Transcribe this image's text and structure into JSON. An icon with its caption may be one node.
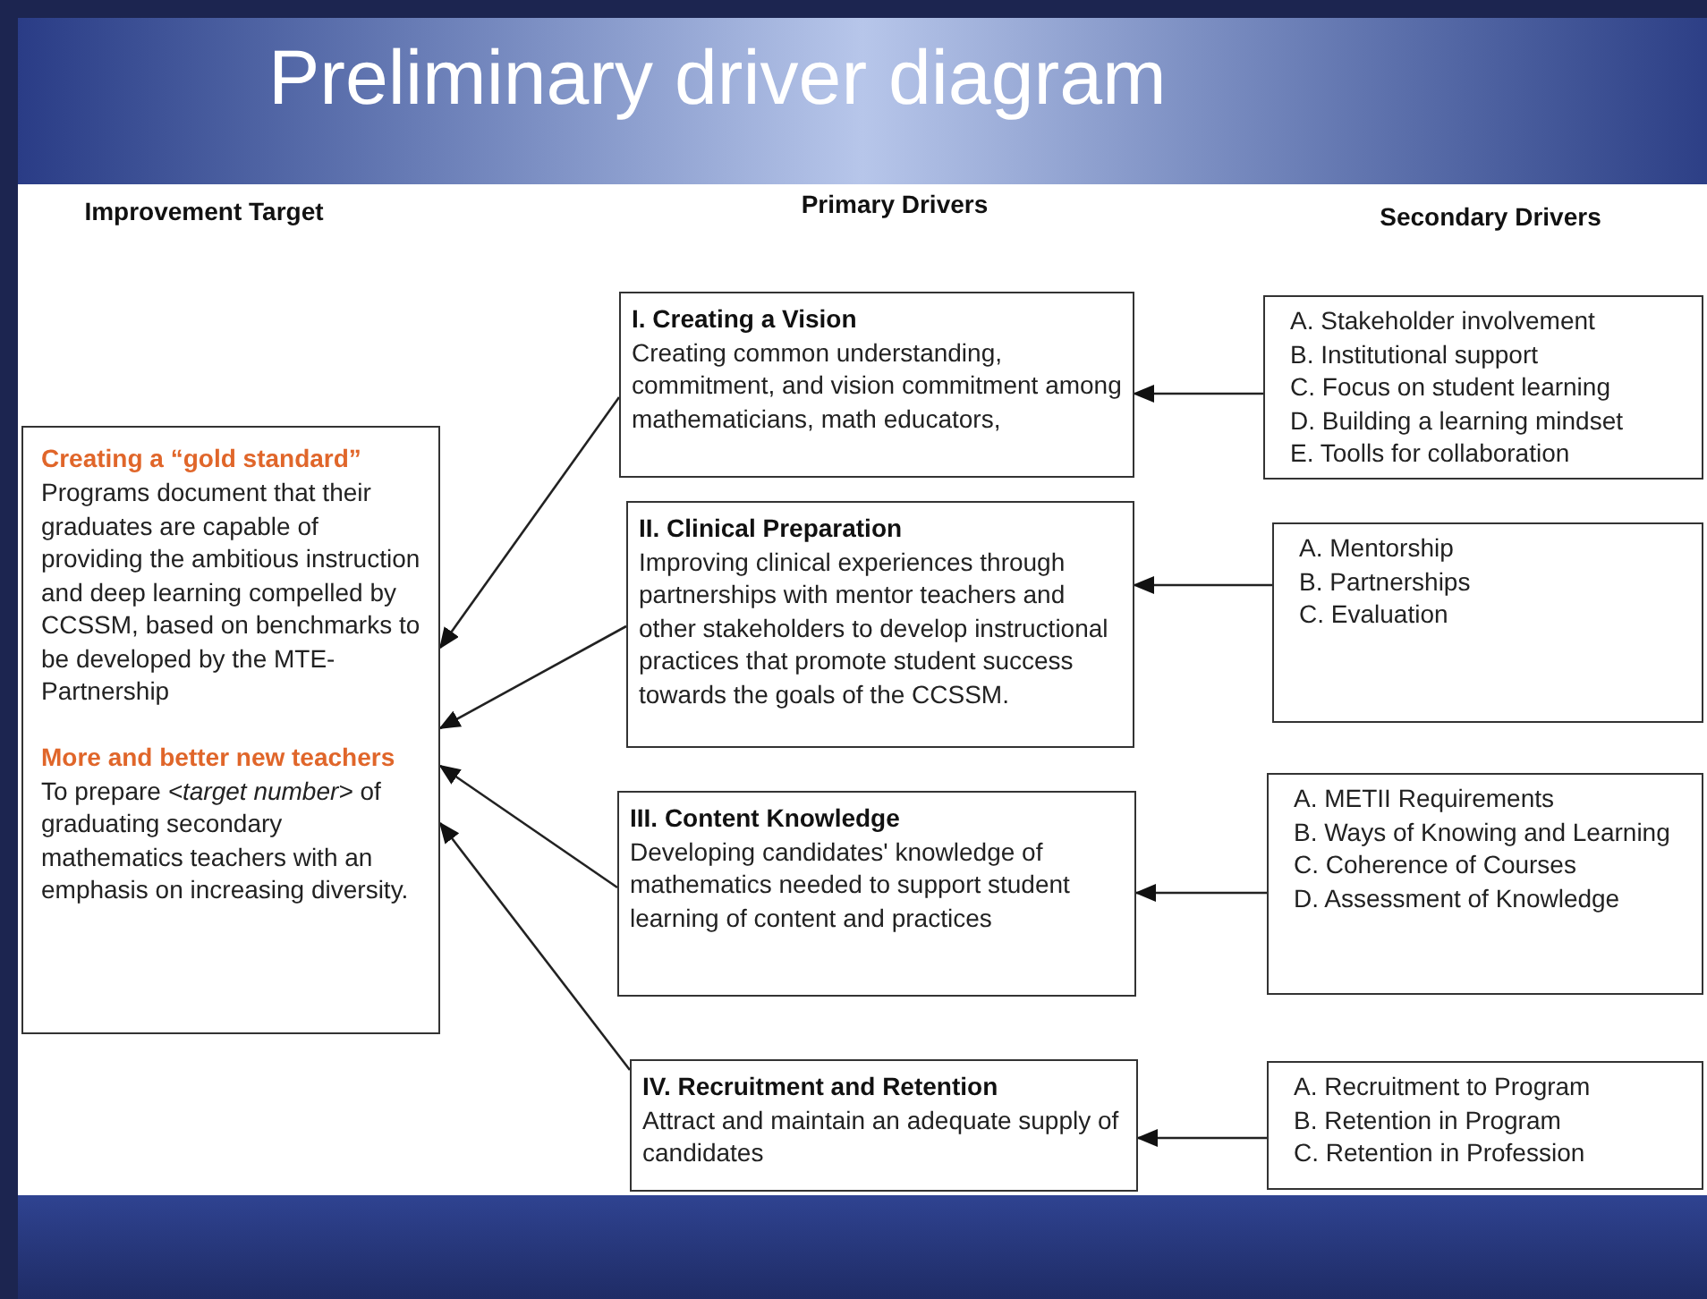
{
  "diagram": {
    "title": "Preliminary driver diagram",
    "nodes": [
      {
        "text": [
          "Creating a “gold standard”",
          "Programs document that their graduates are capable of providing the ambitious instruction and deep learning compelled by CCSSM, based on benchmarks to be developed by the MTE-Partnership",
          "More and better new teachers",
          "To prepare *<target number>* of graduating secondary mathematics teachers with an emphasis on increasing diversity."
        ]
      },
      {
        "text": [
          "I. Creating a Vision",
          "Creating common understanding, commitment, and vision commitment among mathematicians, math educators,"
        ]
      },
      {
        "text": [
          "II. Clinical Preparation",
          "Improving clinical experiences through partnerships with mentor teachers and other stakeholders to develop instructional practices that promote student success towards the goals of the CCSSM."
        ]
      },
      {
        "text": [
          "III. Content Knowledge",
          "Developing candidates' knowledge of mathematics needed to support student learning of content and practices"
        ]
      },
      {
        "text": [
          "IV. Recruitment and Retention",
          "Attract and maintain an adequate supply of candidates"
        ]
      },
      {
        "text": [
          "A. Stakeholder involvement",
          "B. Institutional support",
          "C. Focus on student learning",
          "D. Building a learning mindset",
          "E. Toolls for collaboration"
        ]
      },
      {
        "text": [
          "A. Mentorship",
          "B. Partnerships",
          "C. Evaluation"
        ]
      },
      {
        "text": [
          "A. METII Requirements",
          "B. Ways of Knowing and Learning",
          "C. Coherence of Courses",
          "D. Assessment of Knowledge"
        ]
      },
      {
        "text": [
          "A. Recruitment to Program",
          "B. Retention in Program",
          "C. Retention in Profession"
        ]
      }
    ],
    "edges": [
      {
        "from": 1,
        "to": 0,
        "arrow": "to"
      },
      {
        "from": 2,
        "to": 0,
        "arrow": "to"
      },
      {
        "from": 3,
        "to": 0,
        "arrow": "to"
      },
      {
        "from": 4,
        "to": 0,
        "arrow": "to"
      },
      {
        "from": 5,
        "to": 1,
        "arrow": "to"
      },
      {
        "from": 6,
        "to": 2,
        "arrow": "to"
      },
      {
        "from": 7,
        "to": 3,
        "arrow": "to"
      },
      {
        "from": 8,
        "to": 4,
        "arrow": "to"
      }
    ],
    "labels": [
      "Improvement Target",
      "Primary Drivers",
      "Secondary Drivers"
    ]
  }
}
